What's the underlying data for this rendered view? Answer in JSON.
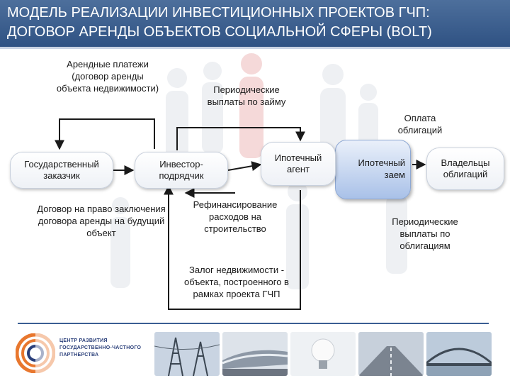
{
  "header": {
    "title_line1": "МОДЕЛЬ РЕАЛИЗАЦИИ ИНВЕСТИЦИОННЫХ ПРОЕКТОВ ГЧП:",
    "title_line2": "ДОГОВОР АРЕНДЫ ОБЪЕКТОВ СОЦИАЛЬНОЙ СФЕРЫ (BOLT)"
  },
  "nodes": {
    "gov_customer": "Государственный заказчик",
    "investor": "Инвестор-подрядчик",
    "mortgage_agent": "Ипотечный агент",
    "mortgage_loan": "Ипотечный заем",
    "bondholders": "Владельцы облигаций"
  },
  "labels": {
    "rent_payments": "Арендные платежи (договор аренды объекта недвижимости)",
    "periodic_loan_payments": "Периодические выплаты по займу",
    "bond_payment": "Оплата облигаций",
    "lease_right_contract": "Договор на право заключения договора аренды на будущий объект",
    "refinancing": "Рефинансирование расходов на строительство",
    "collateral": "Залог недвижимости - объекта, построенного в рамках проекта ГЧП",
    "periodic_bond_payments": "Периодические выплаты по облигациям"
  },
  "footer": {
    "logo_text": "ЦЕНТР РАЗВИТИЯ ГОСУДАРСТВЕННО-ЧАСТНОГО ПАРТНЕРСТВА"
  },
  "colors": {
    "header_bg": "#3d6090",
    "accent_blue": "#3a5e93",
    "arrow": "#1a1a1a",
    "logo_orange": "#e8772e",
    "logo_blue": "#2a3f7a"
  }
}
